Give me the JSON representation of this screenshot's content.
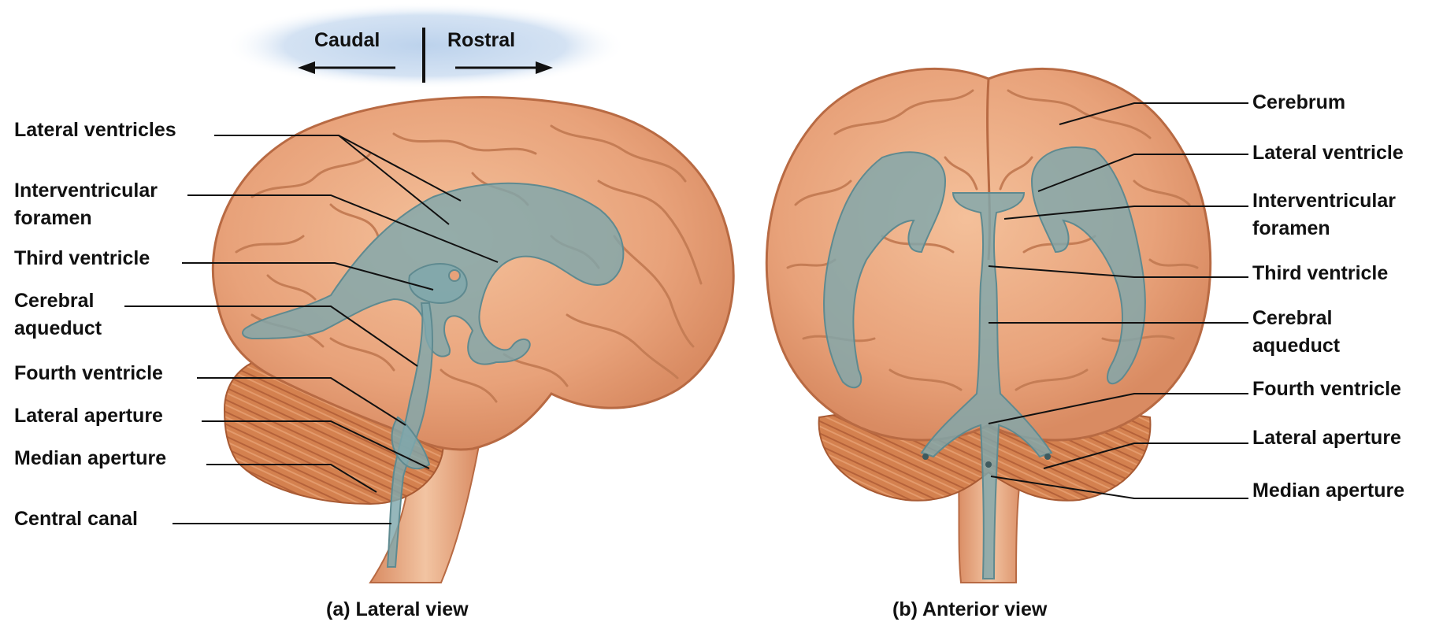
{
  "orientation": {
    "caudal": "Caudal",
    "rostral": "Rostral"
  },
  "lateral_view": {
    "caption": "(a) Lateral view",
    "labels": {
      "lateral_ventricles": "Lateral ventricles",
      "interventricular_foramen": "Interventricular\nforamen",
      "third_ventricle": "Third ventricle",
      "cerebral_aqueduct": "Cerebral\naqueduct",
      "fourth_ventricle": "Fourth ventricle",
      "lateral_aperture": "Lateral aperture",
      "median_aperture": "Median aperture",
      "central_canal": "Central canal"
    }
  },
  "anterior_view": {
    "caption": "(b) Anterior view",
    "labels": {
      "cerebrum": "Cerebrum",
      "lateral_ventricle": "Lateral ventricle",
      "interventricular_foramen": "Interventricular\nforamen",
      "third_ventricle": "Third ventricle",
      "cerebral_aqueduct": "Cerebral\naqueduct",
      "fourth_ventricle": "Fourth ventricle",
      "lateral_aperture": "Lateral aperture",
      "median_aperture": "Median aperture"
    }
  },
  "colors": {
    "brain_tissue": "#e8a27a",
    "brain_outline": "#b86a43",
    "gyri_lines": "#c57d55",
    "cerebellum": "#cf7a4c",
    "ventricles": "#7fa7ac",
    "orientation_band": "#bcd2ec",
    "leader_lines": "#111111"
  }
}
